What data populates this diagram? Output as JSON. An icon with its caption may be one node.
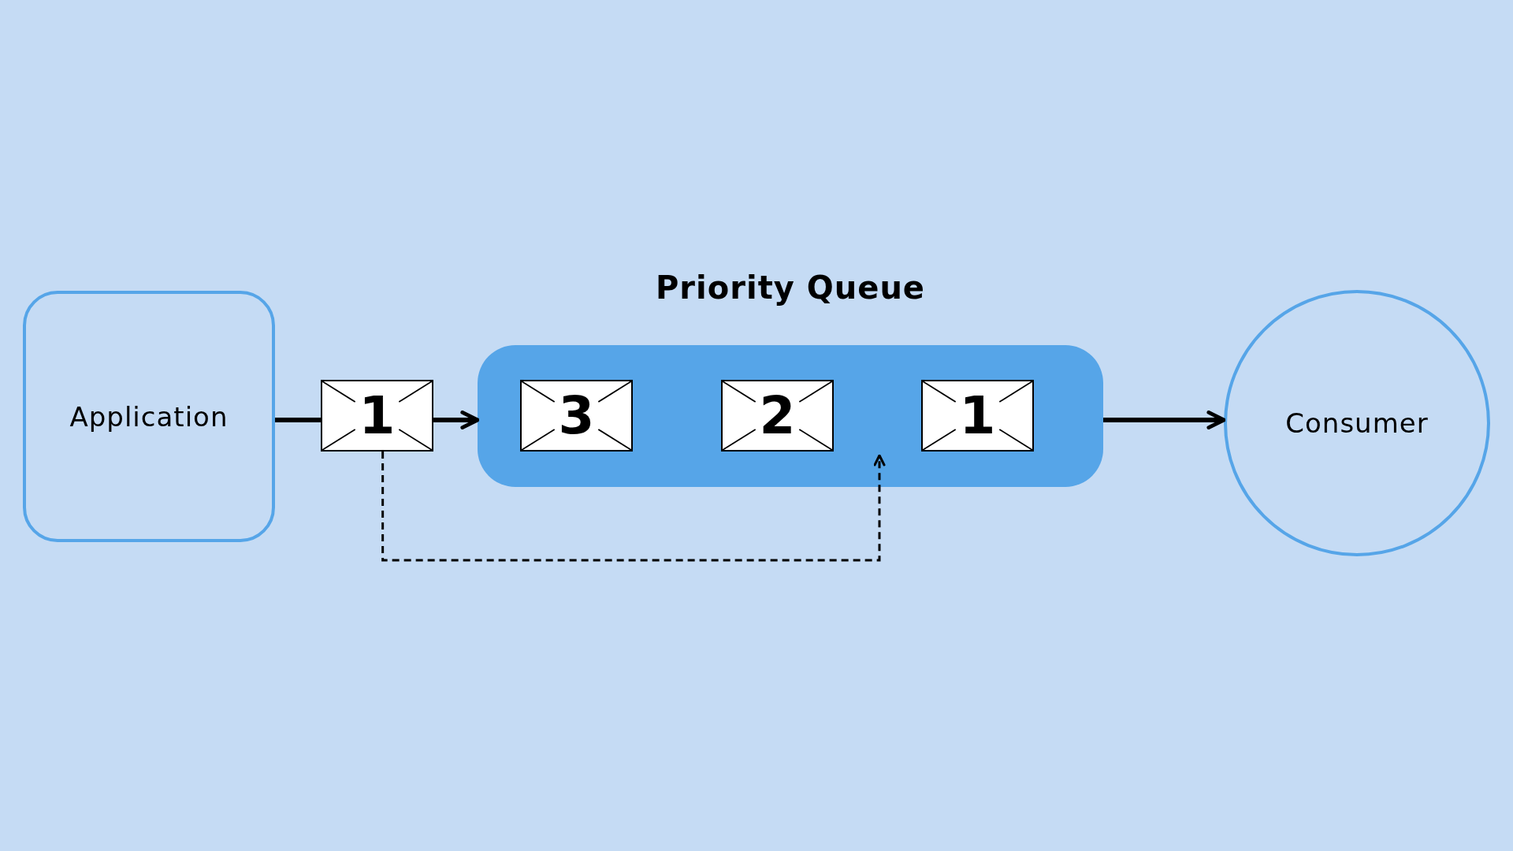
{
  "diagram": {
    "nodes": [
      {
        "text": [
          "Application"
        ]
      },
      {
        "text": [
          "1"
        ]
      },
      {
        "text": [
          "Priority Queue"
        ]
      },
      {
        "text": [
          "3"
        ],
        "in": 2
      },
      {
        "text": [
          "2"
        ],
        "in": 2
      },
      {
        "text": [
          "1"
        ],
        "in": 2
      },
      {
        "text": [
          "Consumer"
        ]
      }
    ],
    "edges": [
      {
        "from": 0,
        "to": 1,
        "arrow": "none"
      },
      {
        "from": 1,
        "to": 2,
        "arrow": "to"
      },
      {
        "from": 2,
        "to": 6,
        "arrow": "to"
      },
      {
        "from": 1,
        "to": 2,
        "arrow": "to",
        "style": "dashed"
      }
    ]
  }
}
